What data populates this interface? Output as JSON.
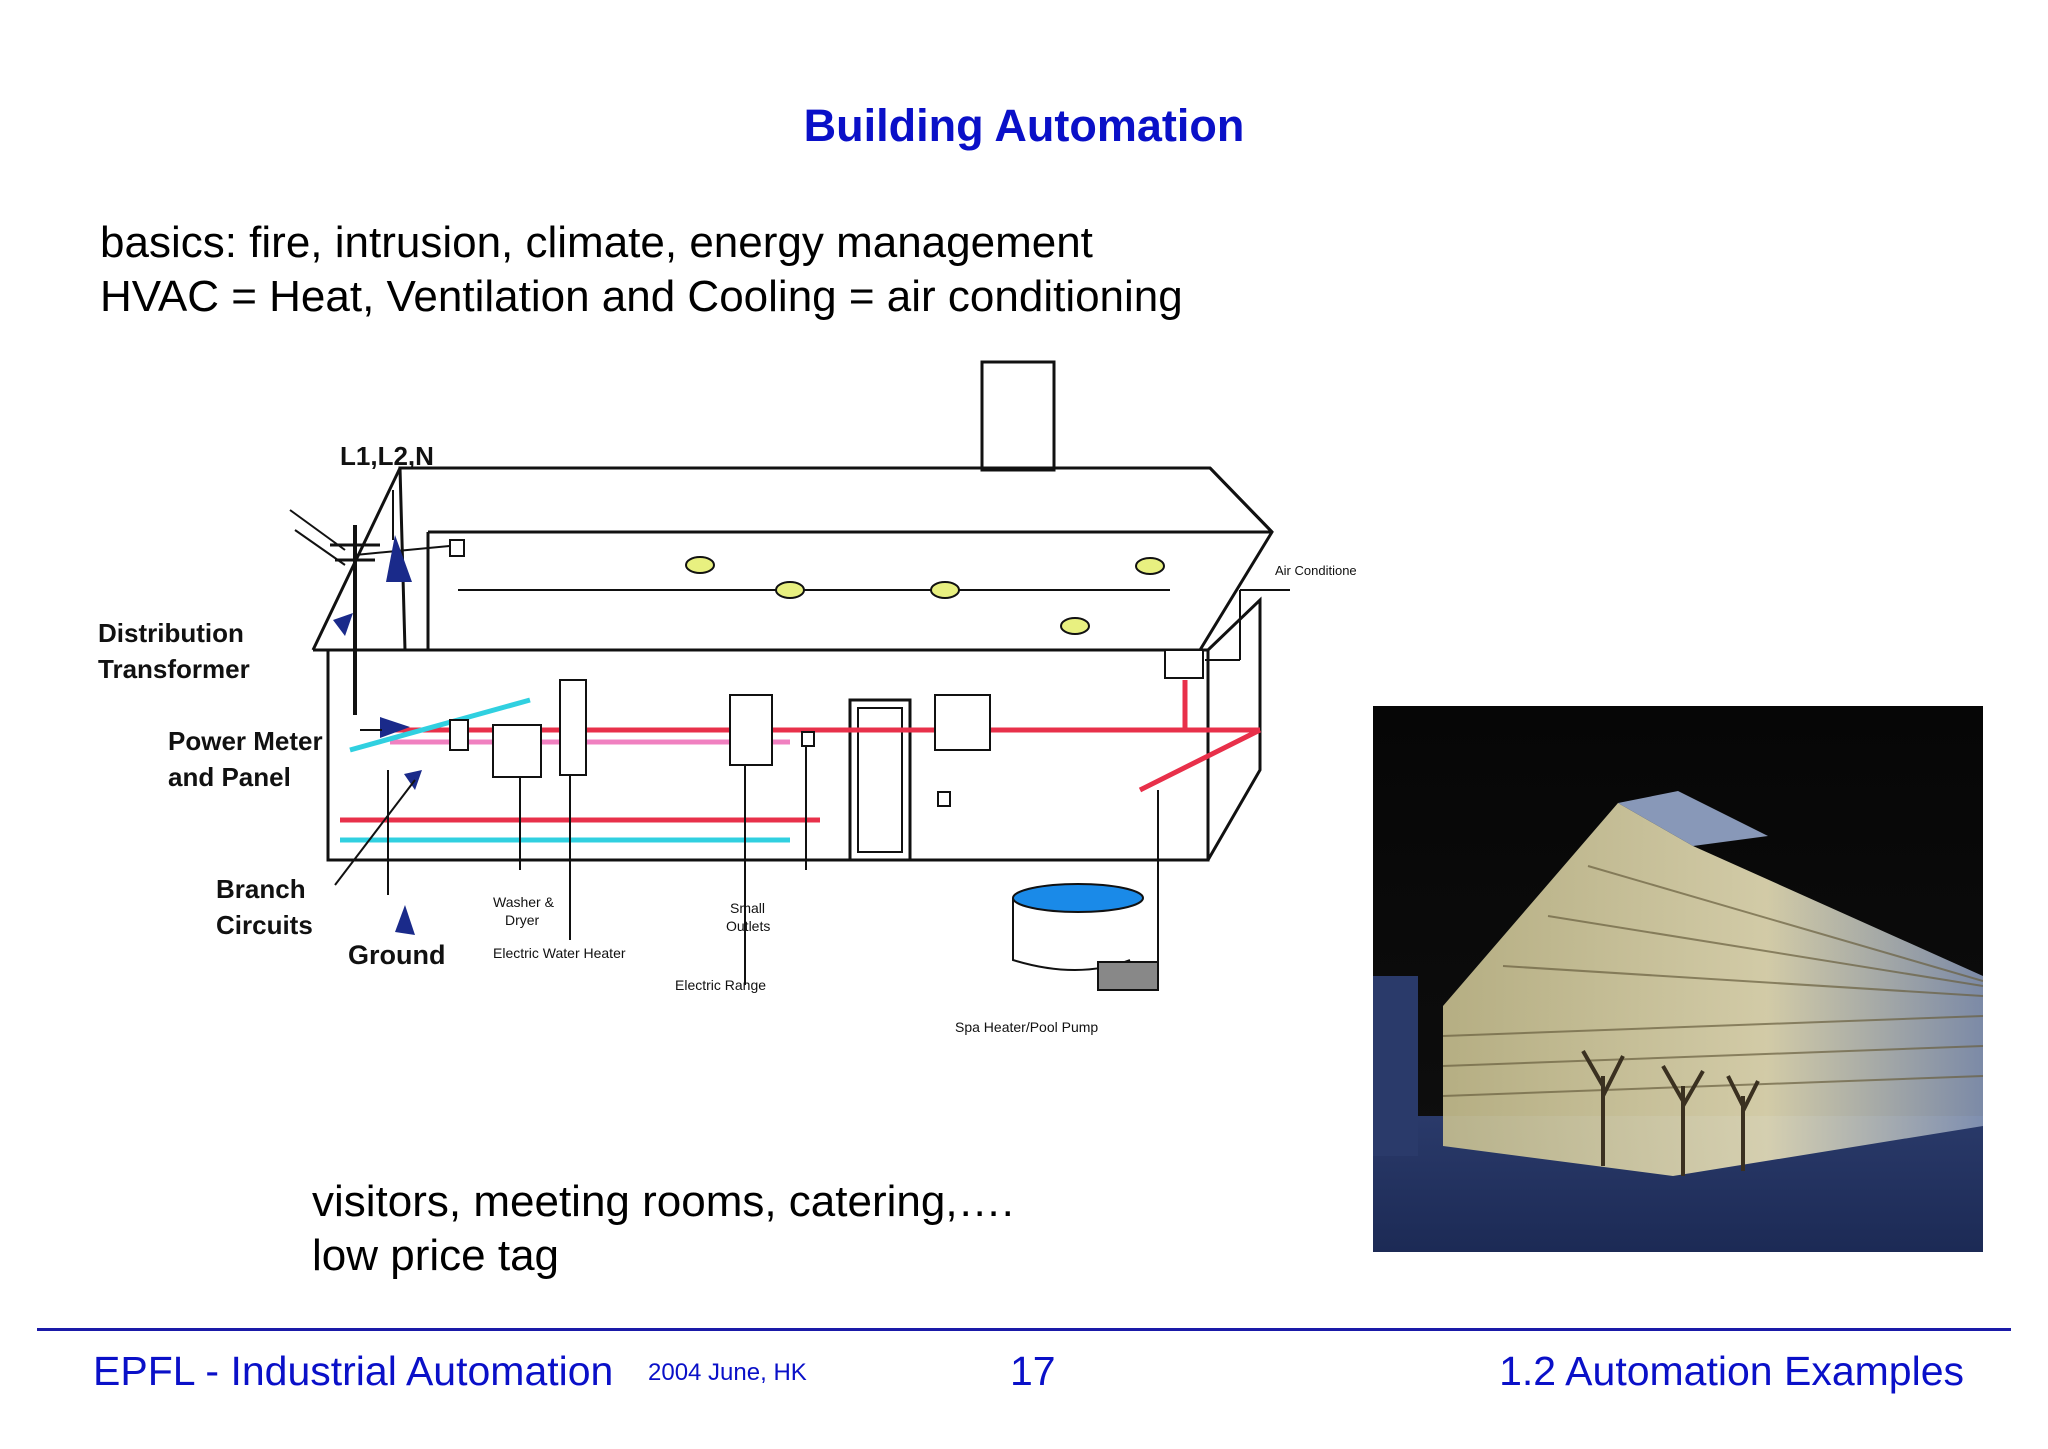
{
  "slide": {
    "title": "Building Automation",
    "bullets": [
      "basics: fire, intrusion, climate, energy management",
      "HVAC = Heat, Ventilation and Cooling = air conditioning"
    ],
    "notes": [
      "visitors, meeting rooms, catering,….",
      "low price tag"
    ]
  },
  "diagram": {
    "labels": {
      "supply": "L1,L2,N",
      "distribution_transformer": [
        "Distribution",
        "Transformer"
      ],
      "power_meter": [
        "Power Meter",
        "and Panel"
      ],
      "branch_circuits": [
        "Branch",
        "Circuits"
      ],
      "ground": "Ground",
      "washer_dryer": [
        "Washer &",
        "Dryer"
      ],
      "water_heater": "Electric Water Heater",
      "small_outlets": [
        "Small",
        "Outlets"
      ],
      "electric_range": "Electric Range",
      "spa_pump": "Spa Heater/Pool Pump",
      "air_conditioner": "Air Conditione"
    },
    "colors": {
      "wire_red": "#e8304a",
      "wire_pink": "#f080c0",
      "wire_cyan": "#30d0e0",
      "light_yellow": "#e8f080",
      "pool_blue": "#1a8ae8",
      "arrow_navy": "#1a2a8a"
    }
  },
  "footer": {
    "course": "EPFL - Industrial Automation",
    "date": "2004 June, HK",
    "page": "17",
    "section": "1.2 Automation Examples"
  }
}
